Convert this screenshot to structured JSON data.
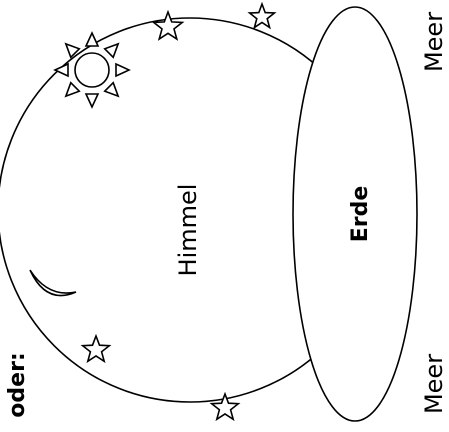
{
  "labels": {
    "sky": "Himmel",
    "earth": "Erde",
    "sea_top": "Meer",
    "sea_bottom": "Meer",
    "alternative": "oder:"
  },
  "icons": [
    "sun-icon",
    "moon-icon",
    "star-icon",
    "star-icon",
    "star-icon",
    "star-icon"
  ],
  "colors": {
    "ink": "#000000",
    "paper": "#ffffff"
  }
}
